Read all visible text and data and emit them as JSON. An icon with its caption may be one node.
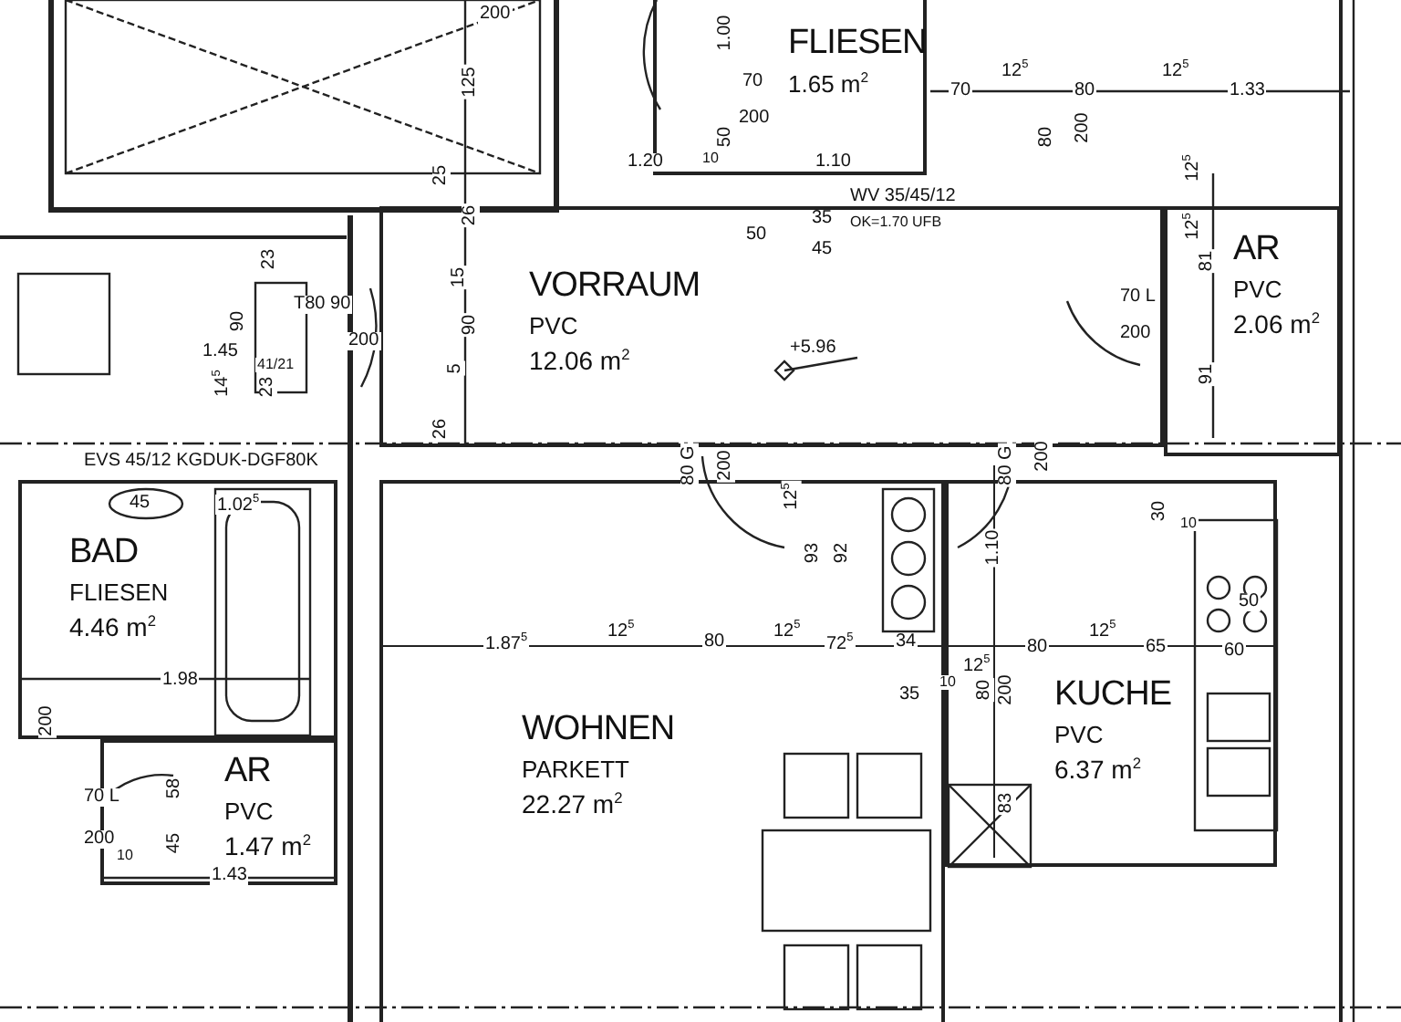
{
  "diagram": {
    "nodes": [
      {
        "text": [
          "FLIESEN",
          "1.65 m$^{2}$"
        ]
      },
      {
        "text": [
          "VORRAUM",
          "PVC",
          "12.06 m$^{2}$"
        ]
      },
      {
        "text": [
          "AR",
          "PVC",
          "2.06 m$^{2}$"
        ]
      },
      {
        "text": [
          "BAD",
          "FLIESEN",
          "4.46 m$^{2}$"
        ]
      },
      {
        "text": [
          "AR",
          "PVC",
          "1.47 m$^{2}$"
        ]
      },
      {
        "text": [
          "WOHNEN",
          "PARKETT",
          "22.27 m$^{2}$"
        ]
      },
      {
        "text": [
          "KUCHE",
          "PVC",
          "6.37 m$^{2}$"
        ]
      }
    ],
    "labels": [
      "200",
      "1.00",
      "70",
      "200",
      "50",
      "1.20",
      "10",
      "1.10",
      "WV 35/45/12",
      "OK=1.70 UFB",
      "50",
      "35",
      "45",
      "70",
      "12$^{5}$",
      "80",
      "12$^{5}$",
      "1.33",
      "80",
      "200",
      "12$^{5}$",
      "12$^{5}$",
      "81",
      "70 L",
      "200",
      "91",
      "+5.96",
      "125",
      "25",
      "26",
      "15",
      "90",
      "5",
      "26",
      "23",
      "T80 90",
      "200",
      "90",
      "1.45",
      "14$^{5}$",
      "41/21",
      "23",
      "EVS 45/12 KGDUK-DGF80K",
      "45",
      "1.02$^{5}$",
      "1.98",
      "200",
      "70 L",
      "200",
      "10",
      "58",
      "45",
      "1.43",
      "80 G",
      "200",
      "12$^{5}$",
      "93",
      "92",
      "1.87$^{5}$",
      "12$^{5}$",
      "80",
      "12$^{5}$",
      "72$^{5}$",
      "34",
      "35",
      "10",
      "12$^{5}$",
      "80 G",
      "200",
      "1.10",
      "80",
      "200",
      "80",
      "12$^{5}$",
      "65",
      "60",
      "50",
      "30",
      "10",
      "83"
    ]
  }
}
